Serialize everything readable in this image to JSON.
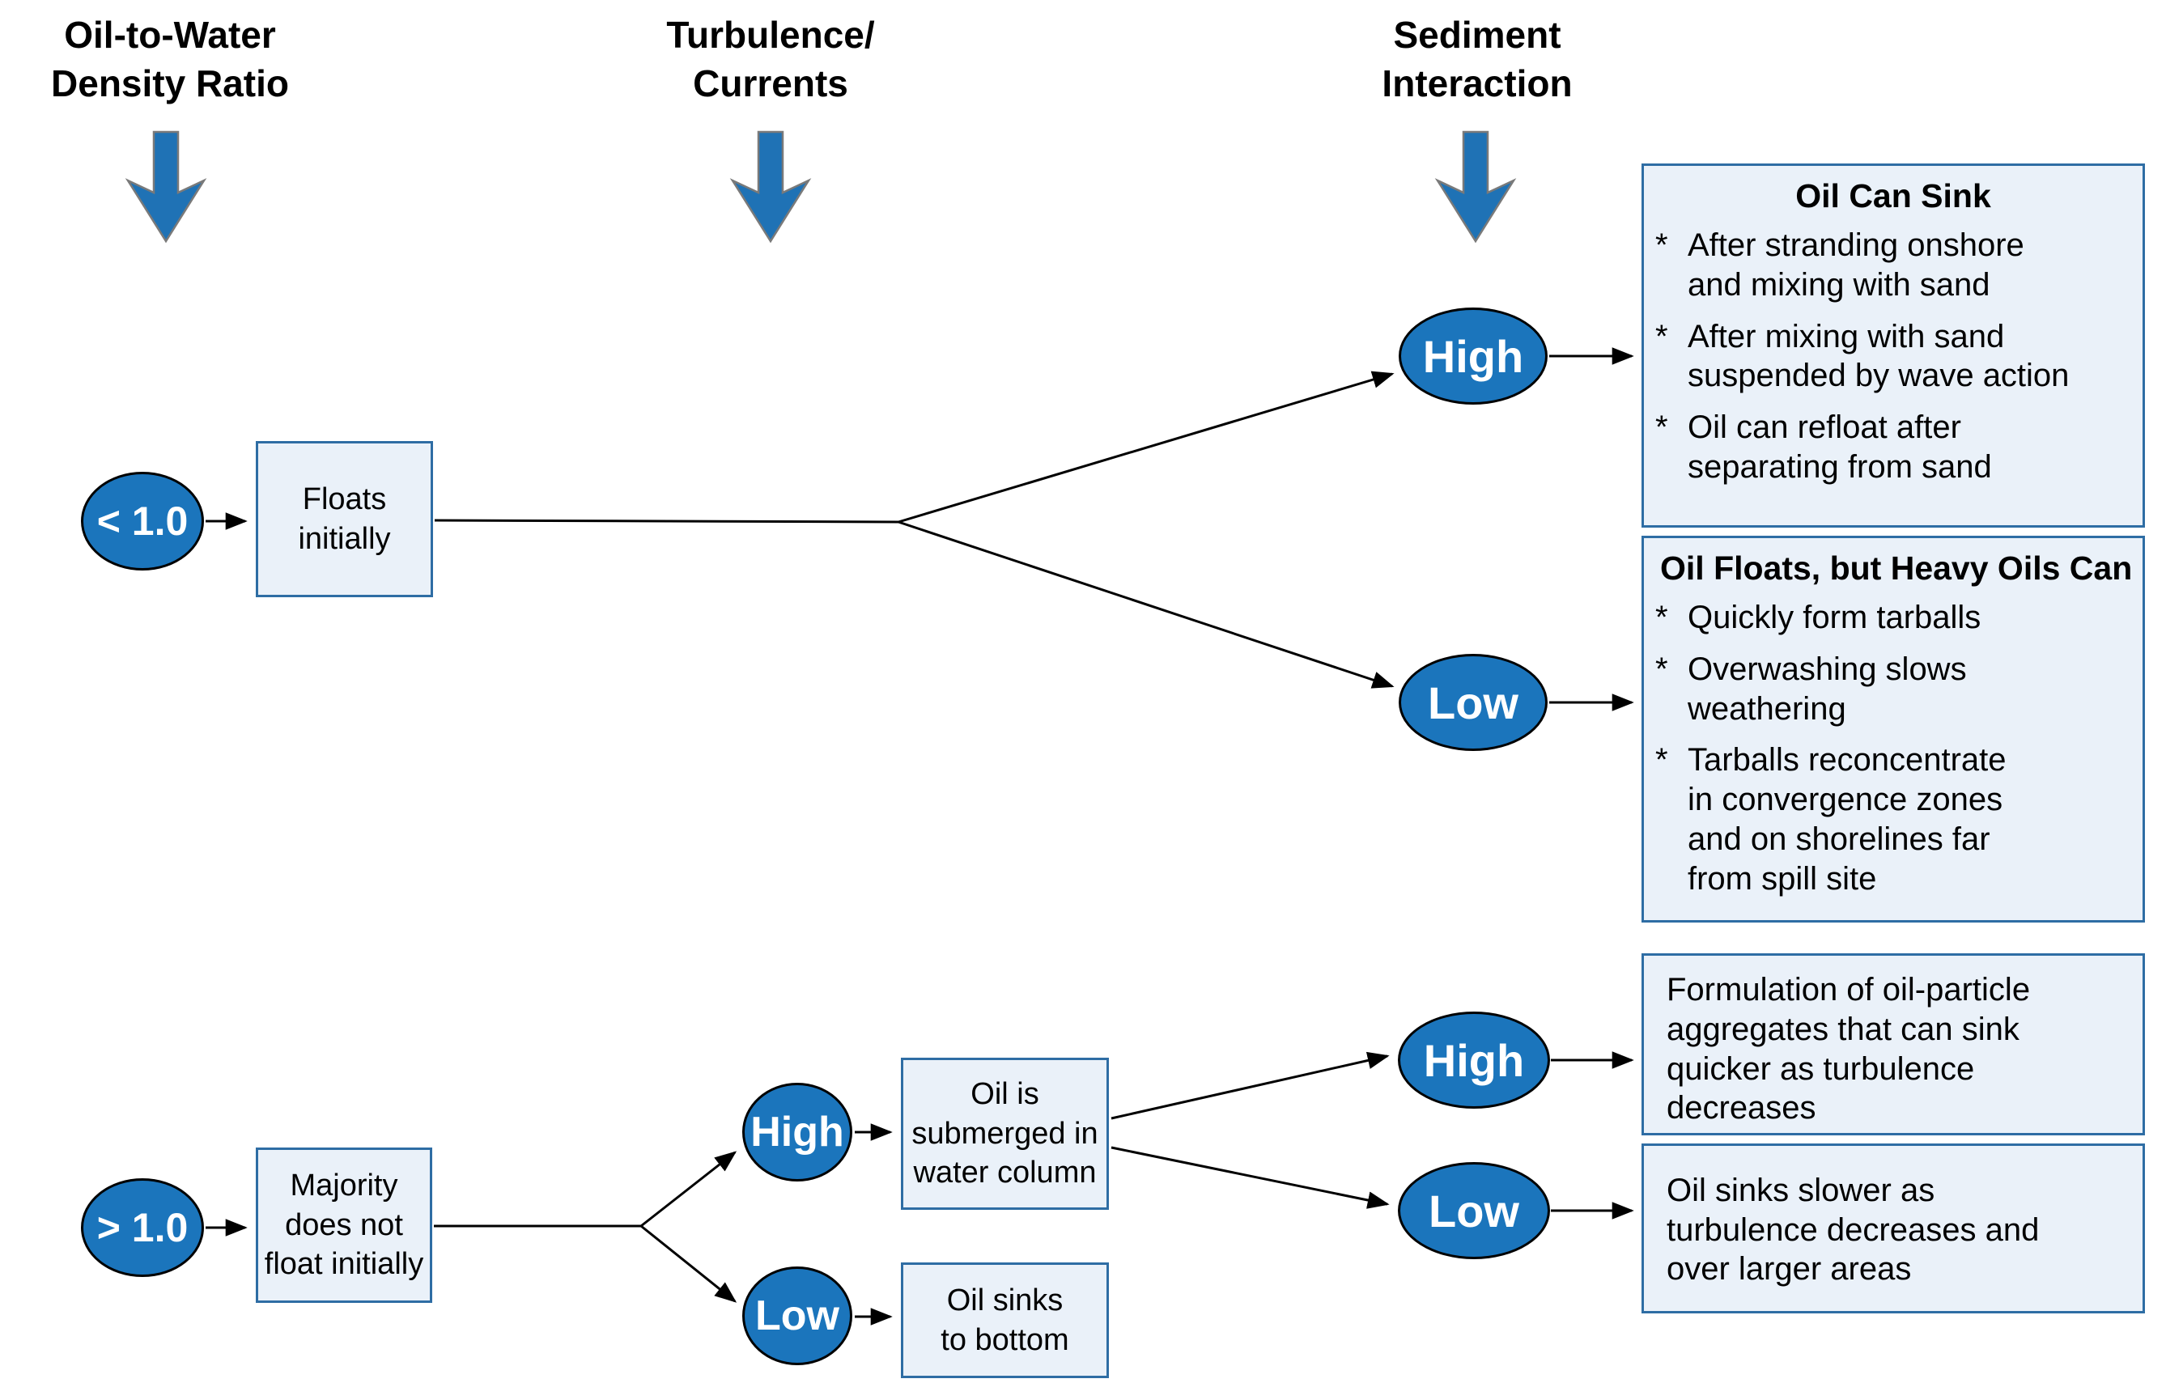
{
  "diagram": {
    "columns": [
      {
        "title": "Oil-to-Water\nDensity Ratio"
      },
      {
        "title": "Turbulence/\nCurrents"
      },
      {
        "title": "Sediment\nInteraction"
      }
    ],
    "nodes": {
      "ratio_lt": "< 1.0",
      "ratio_gt": "> 1.0",
      "high": "High",
      "low": "Low",
      "floats": "Floats\ninitially",
      "majority": "Majority\ndoes not\nfloat initially",
      "submerged": "Oil is\nsubmerged in\nwater column",
      "sinks_bottom": "Oil sinks\nto bottom"
    },
    "bullet_marker": "*",
    "outcomes": {
      "oil_can_sink": {
        "title": "Oil Can Sink",
        "bullets": [
          "After stranding onshore\nand mixing with sand",
          "After mixing with sand\nsuspended by wave action",
          "Oil can refloat after\nseparating from sand"
        ]
      },
      "oil_floats": {
        "title": "Oil Floats, but Heavy Oils Can",
        "bullets": [
          "Quickly form tarballs",
          "Overwashing slows\nweathering",
          "Tarballs reconcentrate\nin convergence zones\nand on shorelines far\nfrom spill site"
        ]
      },
      "aggregates": {
        "text": "Formulation of oil-particle\naggregates that can sink\nquicker as turbulence\ndecreases"
      },
      "sinks_slower": {
        "text": "Oil sinks slower as\nturbulence decreases and\nover larger areas"
      }
    }
  },
  "colors": {
    "ellipse_fill": "#1b75bc",
    "box_fill": "#eaf1f9",
    "box_border": "#2e6da4",
    "arrow_fill": "#1f72b5",
    "connector": "#000000"
  }
}
